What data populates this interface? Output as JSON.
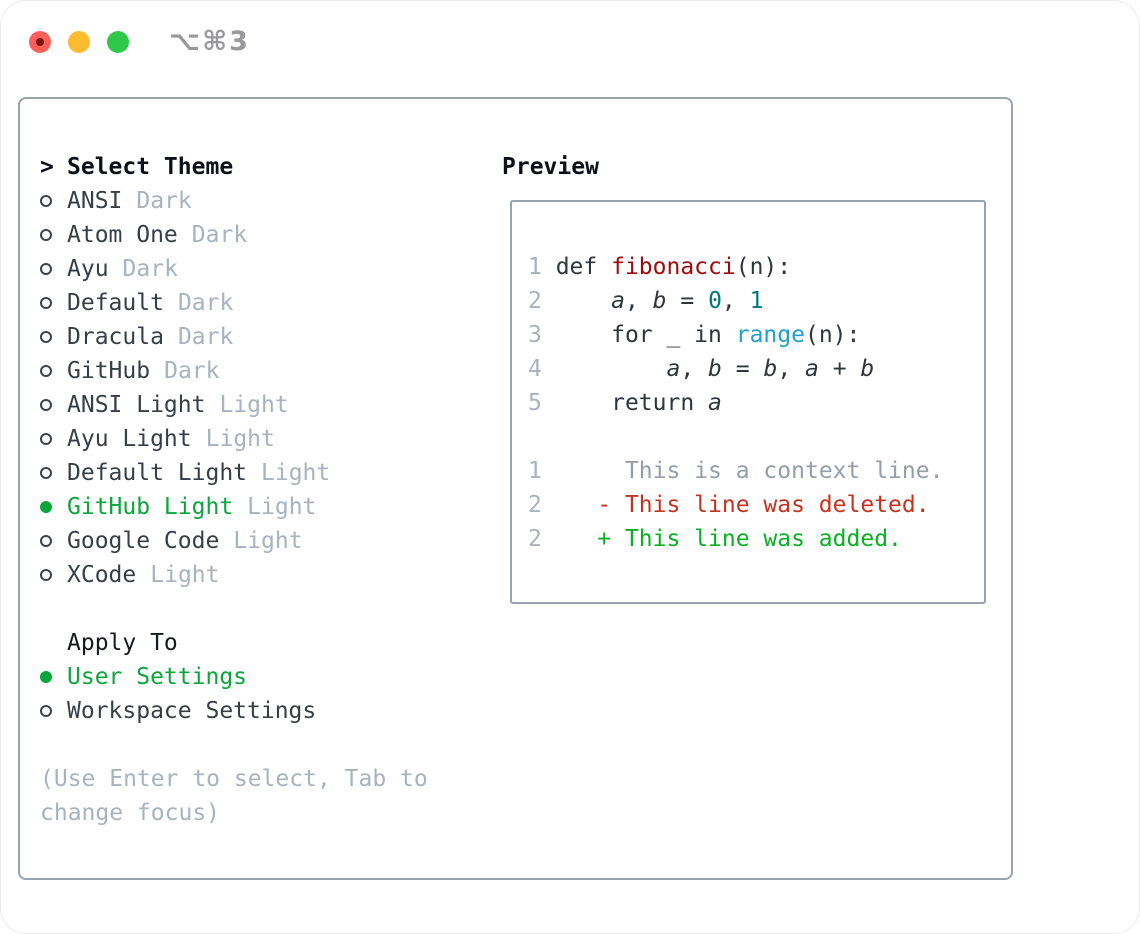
{
  "window": {
    "shortcut_label": "⌥⌘3",
    "controls": [
      "close",
      "minimize",
      "zoom"
    ]
  },
  "colors": {
    "accent_selected_green": "#0aa63c",
    "added_green": "#09b023",
    "deleted_red": "#c5331f",
    "function_red": "#9d0b0b",
    "number_teal": "#00757f",
    "builtin_blue": "#219fce",
    "muted_gray": "#a9b2bd",
    "panel_border": "#9aa3ad",
    "traffic_red": "#fd5f58",
    "traffic_yellow": "#fdbc2f",
    "traffic_green": "#2fc848"
  },
  "theme_menu": {
    "prompt": ">",
    "header": "Select Theme",
    "items": [
      {
        "name": "ANSI",
        "variant": "Dark",
        "selected": false
      },
      {
        "name": "Atom One",
        "variant": "Dark",
        "selected": false
      },
      {
        "name": "Ayu",
        "variant": "Dark",
        "selected": false
      },
      {
        "name": "Default",
        "variant": "Dark",
        "selected": false
      },
      {
        "name": "Dracula",
        "variant": "Dark",
        "selected": false
      },
      {
        "name": "GitHub",
        "variant": "Dark",
        "selected": false
      },
      {
        "name": "ANSI Light",
        "variant": "Light",
        "selected": false
      },
      {
        "name": "Ayu Light",
        "variant": "Light",
        "selected": false
      },
      {
        "name": "Default Light",
        "variant": "Light",
        "selected": false
      },
      {
        "name": "GitHub Light",
        "variant": "Light",
        "selected": true
      },
      {
        "name": "Google Code",
        "variant": "Light",
        "selected": false
      },
      {
        "name": "XCode",
        "variant": "Light",
        "selected": false
      }
    ]
  },
  "apply_menu": {
    "header": "Apply To",
    "items": [
      {
        "name": "User Settings",
        "selected": true
      },
      {
        "name": "Workspace Settings",
        "selected": false
      }
    ]
  },
  "help_text": "(Use Enter to select, Tab to change focus)",
  "preview": {
    "title": "Preview",
    "lines": [
      [
        {
          "t": "1 ",
          "s": "lnum"
        },
        {
          "t": "def ",
          "s": "plain"
        },
        {
          "t": "fibonacci",
          "s": "func"
        },
        {
          "t": "(n):",
          "s": "plain"
        }
      ],
      [
        {
          "t": "2 ",
          "s": "lnum"
        },
        {
          "t": "    ",
          "s": "plain"
        },
        {
          "t": "a",
          "s": "var"
        },
        {
          "t": ", ",
          "s": "plain"
        },
        {
          "t": "b",
          "s": "var"
        },
        {
          "t": " = ",
          "s": "plain"
        },
        {
          "t": "0",
          "s": "num"
        },
        {
          "t": ", ",
          "s": "plain"
        },
        {
          "t": "1",
          "s": "num"
        }
      ],
      [
        {
          "t": "3 ",
          "s": "lnum"
        },
        {
          "t": "    for _ in ",
          "s": "plain"
        },
        {
          "t": "range",
          "s": "builtin"
        },
        {
          "t": "(n):",
          "s": "plain"
        }
      ],
      [
        {
          "t": "4 ",
          "s": "lnum"
        },
        {
          "t": "        ",
          "s": "plain"
        },
        {
          "t": "a",
          "s": "var"
        },
        {
          "t": ", ",
          "s": "plain"
        },
        {
          "t": "b",
          "s": "var"
        },
        {
          "t": " = ",
          "s": "plain"
        },
        {
          "t": "b",
          "s": "var"
        },
        {
          "t": ", ",
          "s": "plain"
        },
        {
          "t": "a",
          "s": "var"
        },
        {
          "t": " + ",
          "s": "plain"
        },
        {
          "t": "b",
          "s": "var"
        }
      ],
      [
        {
          "t": "5 ",
          "s": "lnum"
        },
        {
          "t": "    return ",
          "s": "plain"
        },
        {
          "t": "a",
          "s": "var"
        }
      ],
      [],
      [
        {
          "t": "1 ",
          "s": "lnum"
        },
        {
          "t": "     ",
          "s": "plain"
        },
        {
          "t": "This is a context line.",
          "s": "ctx"
        }
      ],
      [
        {
          "t": "2 ",
          "s": "lnum"
        },
        {
          "t": "   ",
          "s": "plain"
        },
        {
          "t": "- This line was deleted.",
          "s": "del"
        }
      ],
      [
        {
          "t": "2 ",
          "s": "lnum"
        },
        {
          "t": "   ",
          "s": "plain"
        },
        {
          "t": "+ This line was added.",
          "s": "add"
        }
      ]
    ]
  }
}
